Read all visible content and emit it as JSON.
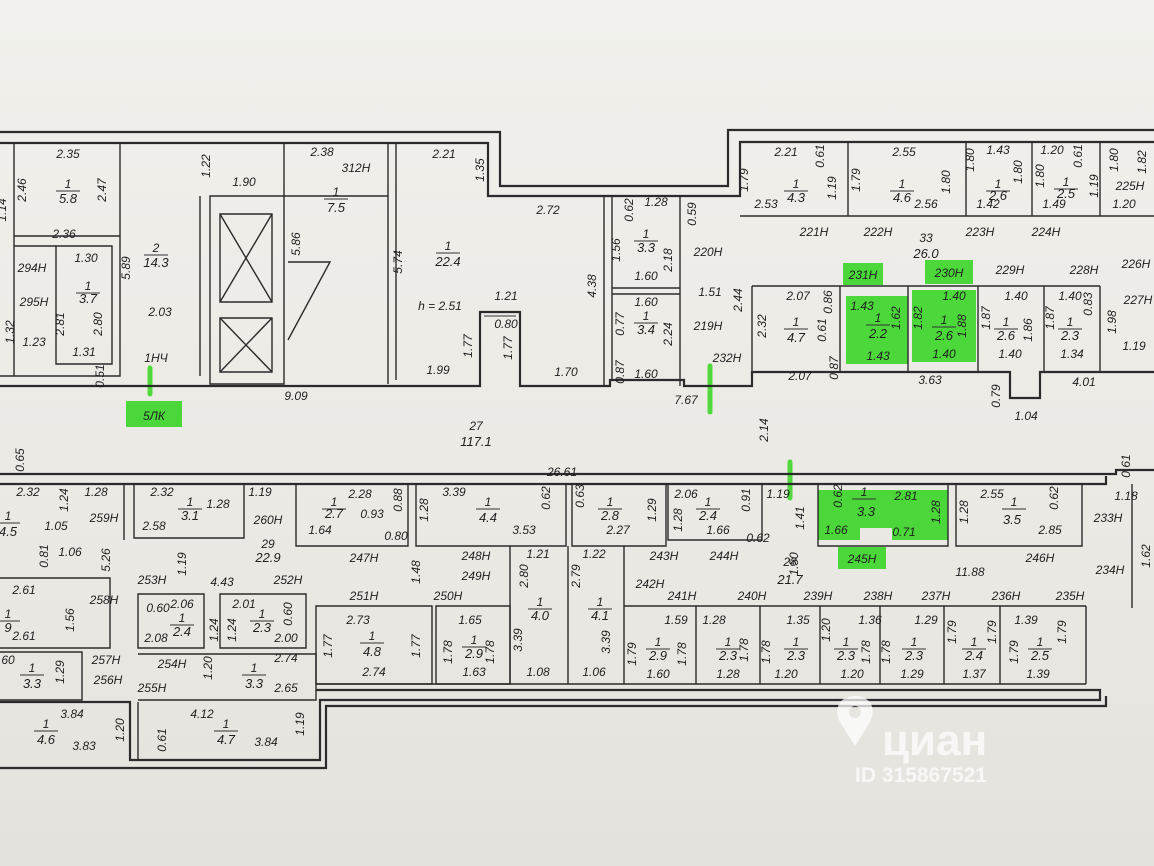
{
  "watermark": {
    "brand": "циан",
    "listing_id": "ID 315867521"
  },
  "highlight_color": "#2fd41c",
  "callouts": [
    {
      "id": "c5lk",
      "text": "5ЛК"
    },
    {
      "id": "c231",
      "text": "231Н"
    },
    {
      "id": "c230",
      "text": "230Н"
    },
    {
      "id": "c245",
      "text": "245Н"
    }
  ],
  "labels": [
    {
      "id": "t1",
      "text": "2.35"
    },
    {
      "id": "t2",
      "text": "2.46"
    },
    {
      "id": "t3",
      "text": "1"
    },
    {
      "id": "t4",
      "text": "5.8"
    },
    {
      "id": "t5",
      "text": "2.47"
    },
    {
      "id": "t6",
      "text": "2.36"
    },
    {
      "id": "t7",
      "text": "294Н"
    },
    {
      "id": "t8",
      "text": "1.30"
    },
    {
      "id": "t9",
      "text": "1"
    },
    {
      "id": "t10",
      "text": "3.7"
    },
    {
      "id": "t11",
      "text": "295Н"
    },
    {
      "id": "t12",
      "text": "2.81"
    },
    {
      "id": "t13",
      "text": "2.80"
    },
    {
      "id": "t14",
      "text": "1.32"
    },
    {
      "id": "t15",
      "text": "1.23"
    },
    {
      "id": "t16",
      "text": "1.31"
    },
    {
      "id": "t17",
      "text": "0.51"
    },
    {
      "id": "t18",
      "text": "1.14"
    },
    {
      "id": "t19",
      "text": "1.22"
    },
    {
      "id": "t20",
      "text": "1.90"
    },
    {
      "id": "t21",
      "text": "2"
    },
    {
      "id": "t22",
      "text": "14.3"
    },
    {
      "id": "t23",
      "text": "5.89"
    },
    {
      "id": "t24",
      "text": "2.03"
    },
    {
      "id": "t25",
      "text": "1НЧ"
    },
    {
      "id": "t26",
      "text": "2.38"
    },
    {
      "id": "t27",
      "text": "312Н"
    },
    {
      "id": "t28",
      "text": "1"
    },
    {
      "id": "t29",
      "text": "7.5"
    },
    {
      "id": "t30",
      "text": "5.86"
    },
    {
      "id": "t31",
      "text": "2.21"
    },
    {
      "id": "t32",
      "text": "1.35"
    },
    {
      "id": "t33",
      "text": "2.72"
    },
    {
      "id": "t34",
      "text": "5.74"
    },
    {
      "id": "t35",
      "text": "1"
    },
    {
      "id": "t36",
      "text": "22.4"
    },
    {
      "id": "t37",
      "text": "4.38"
    },
    {
      "id": "t38",
      "text": "h = 2.51"
    },
    {
      "id": "t39",
      "text": "1.21"
    },
    {
      "id": "t40",
      "text": "0.80"
    },
    {
      "id": "t41",
      "text": "1.77"
    },
    {
      "id": "t42",
      "text": "1.77"
    },
    {
      "id": "t43",
      "text": "1.99"
    },
    {
      "id": "t44",
      "text": "1.70"
    },
    {
      "id": "t45",
      "text": "0.62"
    },
    {
      "id": "t46",
      "text": "1.28"
    },
    {
      "id": "t47",
      "text": "1.56"
    },
    {
      "id": "t48",
      "text": "1"
    },
    {
      "id": "t49",
      "text": "3.3"
    },
    {
      "id": "t50",
      "text": "2.18"
    },
    {
      "id": "t51",
      "text": "1.60"
    },
    {
      "id": "t52",
      "text": "1.60"
    },
    {
      "id": "t53",
      "text": "0.77"
    },
    {
      "id": "t54",
      "text": "1"
    },
    {
      "id": "t55",
      "text": "3.4"
    },
    {
      "id": "t56",
      "text": "2.24"
    },
    {
      "id": "t57",
      "text": "0.87"
    },
    {
      "id": "t58",
      "text": "1.60"
    },
    {
      "id": "t59",
      "text": "0.59"
    },
    {
      "id": "t60",
      "text": "220Н"
    },
    {
      "id": "t61",
      "text": "1.51"
    },
    {
      "id": "t62",
      "text": "219Н"
    },
    {
      "id": "t63",
      "text": "2.44"
    },
    {
      "id": "t64",
      "text": "232Н"
    },
    {
      "id": "t65",
      "text": "7.67"
    },
    {
      "id": "t66",
      "text": "2.21"
    },
    {
      "id": "t67",
      "text": "0.61"
    },
    {
      "id": "t68",
      "text": "1.79"
    },
    {
      "id": "t69",
      "text": "1"
    },
    {
      "id": "t70",
      "text": "4.3"
    },
    {
      "id": "t71",
      "text": "1.19"
    },
    {
      "id": "t72",
      "text": "2.53"
    },
    {
      "id": "t73",
      "text": "2.55"
    },
    {
      "id": "t74",
      "text": "1.79"
    },
    {
      "id": "t75",
      "text": "1"
    },
    {
      "id": "t76",
      "text": "4.6"
    },
    {
      "id": "t77",
      "text": "1.80"
    },
    {
      "id": "t78",
      "text": "2.56"
    },
    {
      "id": "t79",
      "text": "1.80"
    },
    {
      "id": "t80",
      "text": "1.43"
    },
    {
      "id": "t81",
      "text": "1"
    },
    {
      "id": "t82",
      "text": "2.6"
    },
    {
      "id": "t83",
      "text": "1.80"
    },
    {
      "id": "t84",
      "text": "1.42"
    },
    {
      "id": "t85",
      "text": "1.20"
    },
    {
      "id": "t86",
      "text": "0.61"
    },
    {
      "id": "t87",
      "text": "1.80"
    },
    {
      "id": "t88",
      "text": "1"
    },
    {
      "id": "t89",
      "text": "2.5"
    },
    {
      "id": "t90",
      "text": "1.19"
    },
    {
      "id": "t91",
      "text": "1.49"
    },
    {
      "id": "t92",
      "text": "1.80"
    },
    {
      "id": "t93",
      "text": "225Н"
    },
    {
      "id": "t94",
      "text": "1.82"
    },
    {
      "id": "t95",
      "text": "1.20"
    },
    {
      "id": "t96",
      "text": "221Н"
    },
    {
      "id": "t97",
      "text": "222Н"
    },
    {
      "id": "t98",
      "text": "223Н"
    },
    {
      "id": "t99",
      "text": "224Н"
    },
    {
      "id": "t100",
      "text": "33"
    },
    {
      "id": "t101",
      "text": "26.0"
    },
    {
      "id": "t102",
      "text": "229Н"
    },
    {
      "id": "t103",
      "text": "228Н"
    },
    {
      "id": "t104",
      "text": "226Н"
    },
    {
      "id": "t105",
      "text": "227Н"
    },
    {
      "id": "t106",
      "text": "2.07"
    },
    {
      "id": "t107",
      "text": "0.86"
    },
    {
      "id": "t108",
      "text": "2.32"
    },
    {
      "id": "t109",
      "text": "1"
    },
    {
      "id": "t110",
      "text": "4.7"
    },
    {
      "id": "t111",
      "text": "0.61"
    },
    {
      "id": "t112",
      "text": "0.87"
    },
    {
      "id": "t113",
      "text": "2.07"
    },
    {
      "id": "t114",
      "text": "1.43"
    },
    {
      "id": "t115",
      "text": "1"
    },
    {
      "id": "t116",
      "text": "2.2"
    },
    {
      "id": "t117",
      "text": "1.62"
    },
    {
      "id": "t118",
      "text": "1.43"
    },
    {
      "id": "t119",
      "text": "1.40"
    },
    {
      "id": "t120",
      "text": "1.82"
    },
    {
      "id": "t121",
      "text": "1"
    },
    {
      "id": "t122",
      "text": "2.6"
    },
    {
      "id": "t123",
      "text": "1.88"
    },
    {
      "id": "t124",
      "text": "1.40"
    },
    {
      "id": "t125",
      "text": "1.40"
    },
    {
      "id": "t126",
      "text": "1.87"
    },
    {
      "id": "t127",
      "text": "1"
    },
    {
      "id": "t128",
      "text": "2.6"
    },
    {
      "id": "t129",
      "text": "1.86"
    },
    {
      "id": "t130",
      "text": "1.40"
    },
    {
      "id": "t131",
      "text": "1.40"
    },
    {
      "id": "t132",
      "text": "1.87"
    },
    {
      "id": "t133",
      "text": "1"
    },
    {
      "id": "t134",
      "text": "2.3"
    },
    {
      "id": "t135",
      "text": "0.83"
    },
    {
      "id": "t136",
      "text": "1.34"
    },
    {
      "id": "t137",
      "text": "1.98"
    },
    {
      "id": "t138",
      "text": "1.19"
    },
    {
      "id": "t139",
      "text": "3.63"
    },
    {
      "id": "t140",
      "text": "0.79"
    },
    {
      "id": "t141",
      "text": "1.04"
    },
    {
      "id": "t142",
      "text": "4.01"
    },
    {
      "id": "t143",
      "text": "9.09"
    },
    {
      "id": "t144",
      "text": "27"
    },
    {
      "id": "t145",
      "text": "117.1"
    },
    {
      "id": "t146",
      "text": "2.14"
    },
    {
      "id": "t147",
      "text": "0.65"
    },
    {
      "id": "t148",
      "text": "26.61"
    },
    {
      "id": "t149",
      "text": "2.32"
    },
    {
      "id": "t150",
      "text": "1.24"
    },
    {
      "id": "t151",
      "text": "1.28"
    },
    {
      "id": "t152",
      "text": "1"
    },
    {
      "id": "t153",
      "text": "4.5"
    },
    {
      "id": "t154",
      "text": "1.05"
    },
    {
      "id": "t155",
      "text": "259Н"
    },
    {
      "id": "t156",
      "text": "2.32"
    },
    {
      "id": "t157",
      "text": "1.19"
    },
    {
      "id": "t158",
      "text": "1"
    },
    {
      "id": "t159",
      "text": "3.1"
    },
    {
      "id": "t160",
      "text": "1.28"
    },
    {
      "id": "t161",
      "text": "2.58"
    },
    {
      "id": "t162",
      "text": "260Н"
    },
    {
      "id": "t163",
      "text": "0.81"
    },
    {
      "id": "t164",
      "text": "1.06"
    },
    {
      "id": "t165",
      "text": "5.26"
    },
    {
      "id": "t166",
      "text": "29"
    },
    {
      "id": "t167",
      "text": "22.9"
    },
    {
      "id": "t168",
      "text": "2.28"
    },
    {
      "id": "t169",
      "text": "0.88"
    },
    {
      "id": "t170",
      "text": "1"
    },
    {
      "id": "t171",
      "text": "2.7"
    },
    {
      "id": "t172",
      "text": "0.93"
    },
    {
      "id": "t173",
      "text": "1.64"
    },
    {
      "id": "t174",
      "text": "0.80"
    },
    {
      "id": "t175",
      "text": "247Н"
    },
    {
      "id": "t176",
      "text": "3.39"
    },
    {
      "id": "t177",
      "text": "0.62"
    },
    {
      "id": "t178",
      "text": "1.28"
    },
    {
      "id": "t179",
      "text": "1"
    },
    {
      "id": "t180",
      "text": "4.4"
    },
    {
      "id": "t181",
      "text": "3.53"
    },
    {
      "id": "t182",
      "text": "0.63"
    },
    {
      "id": "t183",
      "text": "1"
    },
    {
      "id": "t184",
      "text": "2.8"
    },
    {
      "id": "t185",
      "text": "1.29"
    },
    {
      "id": "t186",
      "text": "2.27"
    },
    {
      "id": "t187",
      "text": "2.06"
    },
    {
      "id": "t188",
      "text": "0.91"
    },
    {
      "id": "t189",
      "text": "1"
    },
    {
      "id": "t190",
      "text": "2.4"
    },
    {
      "id": "t191",
      "text": "1.28"
    },
    {
      "id": "t192",
      "text": "1.66"
    },
    {
      "id": "t193",
      "text": "0.62"
    },
    {
      "id": "t194",
      "text": "1.19"
    },
    {
      "id": "t195",
      "text": "1.41"
    },
    {
      "id": "t196",
      "text": "0.62"
    },
    {
      "id": "t197",
      "text": "1"
    },
    {
      "id": "t198",
      "text": "3.3"
    },
    {
      "id": "t199",
      "text": "2.81"
    },
    {
      "id": "t200",
      "text": "1.66"
    },
    {
      "id": "t201",
      "text": "0.71"
    },
    {
      "id": "t202",
      "text": "1.28"
    },
    {
      "id": "t203",
      "text": "2.55"
    },
    {
      "id": "t204",
      "text": "1"
    },
    {
      "id": "t205",
      "text": "3.5"
    },
    {
      "id": "t206",
      "text": "0.62"
    },
    {
      "id": "t207",
      "text": "1.28"
    },
    {
      "id": "t208",
      "text": "2.85"
    },
    {
      "id": "t209",
      "text": "246Н"
    },
    {
      "id": "t210",
      "text": "0.61"
    },
    {
      "id": "t211",
      "text": "1.18"
    },
    {
      "id": "t212",
      "text": "233Н"
    },
    {
      "id": "t213",
      "text": "1.62"
    },
    {
      "id": "t214",
      "text": "234Н"
    },
    {
      "id": "t215",
      "text": "248Н"
    },
    {
      "id": "t216",
      "text": "249Н"
    },
    {
      "id": "t217",
      "text": "1.48"
    },
    {
      "id": "t218",
      "text": "1.21"
    },
    {
      "id": "t219",
      "text": "1.22"
    },
    {
      "id": "t220",
      "text": "243Н"
    },
    {
      "id": "t221",
      "text": "244Н"
    },
    {
      "id": "t222",
      "text": "28"
    },
    {
      "id": "t223",
      "text": "21.7"
    },
    {
      "id": "t224",
      "text": "1.50"
    },
    {
      "id": "t225",
      "text": "11.88"
    },
    {
      "id": "t226",
      "text": "242Н"
    },
    {
      "id": "t227",
      "text": "253Н"
    },
    {
      "id": "t228",
      "text": "1.19"
    },
    {
      "id": "t229",
      "text": "4.43"
    },
    {
      "id": "t230",
      "text": "252Н"
    },
    {
      "id": "t231",
      "text": "251Н"
    },
    {
      "id": "t232",
      "text": "250Н"
    },
    {
      "id": "t233",
      "text": "2.61"
    },
    {
      "id": "t234",
      "text": "1"
    },
    {
      "id": "t235",
      "text": "9"
    },
    {
      "id": "t236",
      "text": "2.61"
    },
    {
      "id": "t237",
      "text": "1.56"
    },
    {
      "id": "t238",
      "text": "258Н"
    },
    {
      "id": "t239",
      "text": "0.60"
    },
    {
      "id": "t240",
      "text": "2.06"
    },
    {
      "id": "t241",
      "text": "1"
    },
    {
      "id": "t242",
      "text": "2.4"
    },
    {
      "id": "t243",
      "text": "1.24"
    },
    {
      "id": "t244",
      "text": "2.08"
    },
    {
      "id": "t245",
      "text": "2.01"
    },
    {
      "id": "t246",
      "text": "0.60"
    },
    {
      "id": "t247",
      "text": "1.24"
    },
    {
      "id": "t248",
      "text": "1"
    },
    {
      "id": "t249",
      "text": "2.3"
    },
    {
      "id": "t250",
      "text": "2.00"
    },
    {
      "id": "t251",
      "text": "2.73"
    },
    {
      "id": "t252",
      "text": "1.77"
    },
    {
      "id": "t253",
      "text": "1"
    },
    {
      "id": "t254",
      "text": "4.8"
    },
    {
      "id": "t255",
      "text": "1.77"
    },
    {
      "id": "t256",
      "text": "2.74"
    },
    {
      "id": "t257",
      "text": "1.65"
    },
    {
      "id": "t258",
      "text": "1.78"
    },
    {
      "id": "t259",
      "text": "1"
    },
    {
      "id": "t260",
      "text": "2.9"
    },
    {
      "id": "t261",
      "text": "1.78"
    },
    {
      "id": "t262",
      "text": "1.63"
    },
    {
      "id": "t263",
      "text": "2.80"
    },
    {
      "id": "t264",
      "text": "1"
    },
    {
      "id": "t265",
      "text": "4.0"
    },
    {
      "id": "t266",
      "text": "3.39"
    },
    {
      "id": "t267",
      "text": "1.08"
    },
    {
      "id": "t268",
      "text": "2.79"
    },
    {
      "id": "t269",
      "text": "1"
    },
    {
      "id": "t270",
      "text": "4.1"
    },
    {
      "id": "t271",
      "text": "3.39"
    },
    {
      "id": "t272",
      "text": "1.06"
    },
    {
      "id": "t273",
      "text": "241Н"
    },
    {
      "id": "t274",
      "text": "240Н"
    },
    {
      "id": "t275",
      "text": "239Н"
    },
    {
      "id": "t276",
      "text": "238Н"
    },
    {
      "id": "t277",
      "text": "237Н"
    },
    {
      "id": "t278",
      "text": "236Н"
    },
    {
      "id": "t279",
      "text": "235Н"
    },
    {
      "id": "t280",
      "text": "1.59"
    },
    {
      "id": "t281",
      "text": "1.79"
    },
    {
      "id": "t282",
      "text": "1"
    },
    {
      "id": "t283",
      "text": "2.9"
    },
    {
      "id": "t284",
      "text": "1.78"
    },
    {
      "id": "t285",
      "text": "1.60"
    },
    {
      "id": "t286",
      "text": "1.28"
    },
    {
      "id": "t287",
      "text": "1.78"
    },
    {
      "id": "t288",
      "text": "1"
    },
    {
      "id": "t289",
      "text": "2.3"
    },
    {
      "id": "t290",
      "text": "1.28"
    },
    {
      "id": "t291",
      "text": "1.35"
    },
    {
      "id": "t292",
      "text": "1.78"
    },
    {
      "id": "t293",
      "text": "1"
    },
    {
      "id": "t294",
      "text": "2.3"
    },
    {
      "id": "t295",
      "text": "1.20"
    },
    {
      "id": "t296",
      "text": "1.20"
    },
    {
      "id": "t297",
      "text": "1.36"
    },
    {
      "id": "t298",
      "text": "1"
    },
    {
      "id": "t299",
      "text": "2.3"
    },
    {
      "id": "t300",
      "text": "1.78"
    },
    {
      "id": "t301",
      "text": "1.20"
    },
    {
      "id": "t302",
      "text": "1.29"
    },
    {
      "id": "t303",
      "text": "1.78"
    },
    {
      "id": "t304",
      "text": "1"
    },
    {
      "id": "t305",
      "text": "2.3"
    },
    {
      "id": "t306",
      "text": "1.29"
    },
    {
      "id": "t307",
      "text": "1.79"
    },
    {
      "id": "t308",
      "text": "1"
    },
    {
      "id": "t309",
      "text": "2.4"
    },
    {
      "id": "t310",
      "text": "1.79"
    },
    {
      "id": "t311",
      "text": "1.37"
    },
    {
      "id": "t312",
      "text": "1.39"
    },
    {
      "id": "t313",
      "text": "1.79"
    },
    {
      "id": "t314",
      "text": "1"
    },
    {
      "id": "t315",
      "text": "2.5"
    },
    {
      "id": "t316",
      "text": "1.79"
    },
    {
      "id": "t317",
      "text": "1.39"
    },
    {
      "id": "t318",
      "text": "60"
    },
    {
      "id": "t319",
      "text": "1"
    },
    {
      "id": "t320",
      "text": "3.3"
    },
    {
      "id": "t321",
      "text": "1.29"
    },
    {
      "id": "t322",
      "text": "257Н"
    },
    {
      "id": "t323",
      "text": "256Н"
    },
    {
      "id": "t324",
      "text": "254Н"
    },
    {
      "id": "t325",
      "text": "255Н"
    },
    {
      "id": "t326",
      "text": "1.20"
    },
    {
      "id": "t327",
      "text": "2.74"
    },
    {
      "id": "t328",
      "text": "1"
    },
    {
      "id": "t329",
      "text": "3.3"
    },
    {
      "id": "t330",
      "text": "2.65"
    },
    {
      "id": "t331",
      "text": "3.84"
    },
    {
      "id": "t332",
      "text": "1"
    },
    {
      "id": "t333",
      "text": "4.6"
    },
    {
      "id": "t334",
      "text": "3.83"
    },
    {
      "id": "t335",
      "text": "1.20"
    },
    {
      "id": "t336",
      "text": "4.12"
    },
    {
      "id": "t337",
      "text": "0.61"
    },
    {
      "id": "t338",
      "text": "1"
    },
    {
      "id": "t339",
      "text": "4.7"
    },
    {
      "id": "t340",
      "text": "3.84"
    },
    {
      "id": "t341",
      "text": "1.19"
    }
  ]
}
